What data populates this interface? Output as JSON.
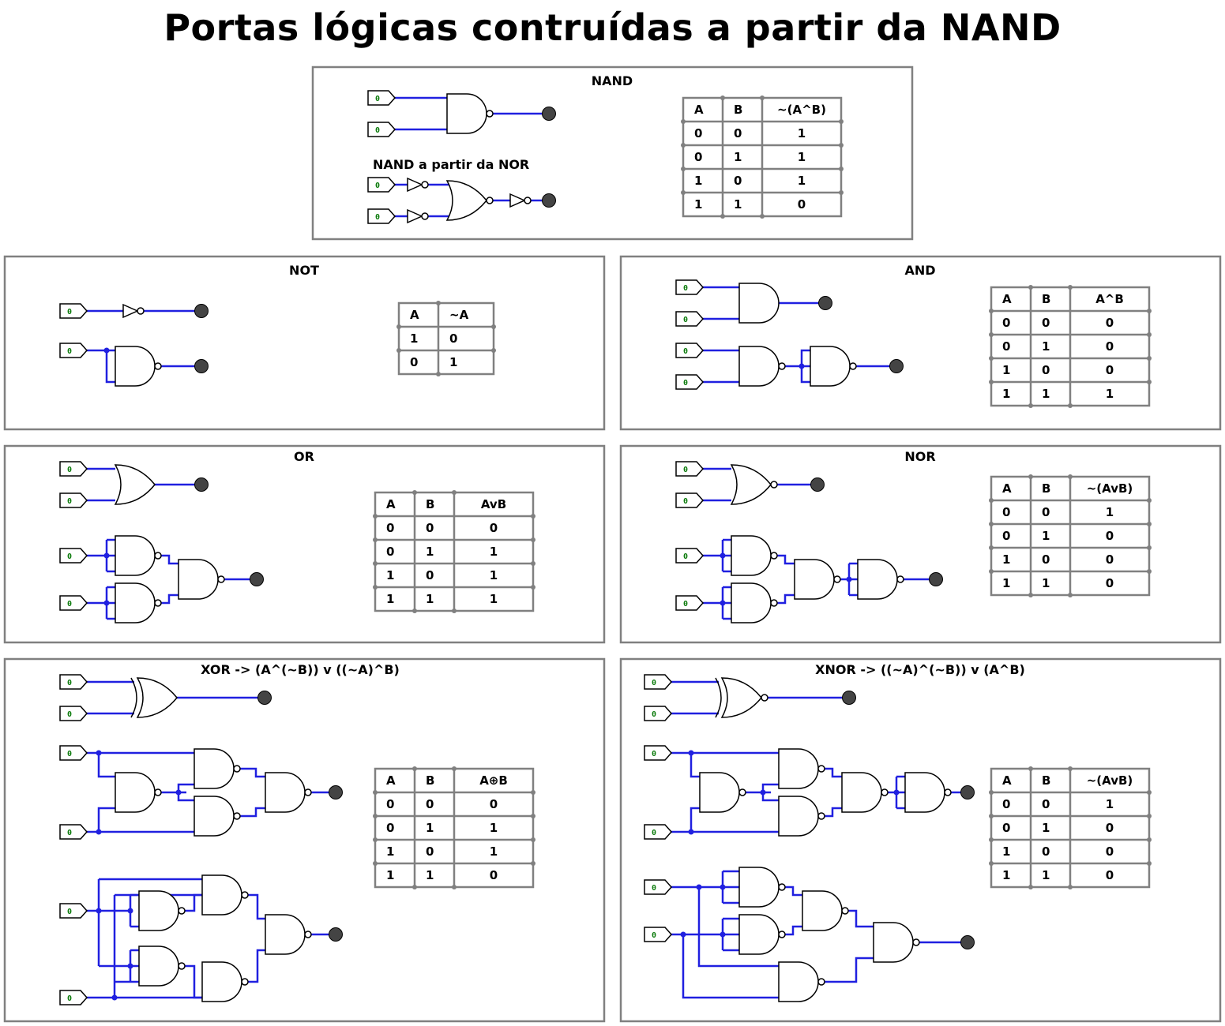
{
  "page_title": "Portas lógicas contruídas a partir da NAND",
  "input_pin_value": "0",
  "colors": {
    "wire": "#2020e0",
    "gate": "#000000",
    "panel_border": "#808080",
    "output_led": "#444444",
    "pin_text": "#0a7a0a"
  },
  "panels": {
    "nand": {
      "title": "NAND",
      "subtitle": "NAND a partir da NOR",
      "table": {
        "headers": [
          "A",
          "B",
          "~(A^B)"
        ],
        "rows": [
          [
            "0",
            "0",
            "1"
          ],
          [
            "0",
            "1",
            "1"
          ],
          [
            "1",
            "0",
            "1"
          ],
          [
            "1",
            "1",
            "0"
          ]
        ]
      }
    },
    "not": {
      "title": "NOT",
      "table": {
        "headers": [
          "A",
          "~A"
        ],
        "rows": [
          [
            "1",
            "0"
          ],
          [
            "0",
            "1"
          ]
        ]
      }
    },
    "and": {
      "title": "AND",
      "table": {
        "headers": [
          "A",
          "B",
          "A^B"
        ],
        "rows": [
          [
            "0",
            "0",
            "0"
          ],
          [
            "0",
            "1",
            "0"
          ],
          [
            "1",
            "0",
            "0"
          ],
          [
            "1",
            "1",
            "1"
          ]
        ]
      }
    },
    "or": {
      "title": "OR",
      "table": {
        "headers": [
          "A",
          "B",
          "AvB"
        ],
        "rows": [
          [
            "0",
            "0",
            "0"
          ],
          [
            "0",
            "1",
            "1"
          ],
          [
            "1",
            "0",
            "1"
          ],
          [
            "1",
            "1",
            "1"
          ]
        ]
      }
    },
    "nor": {
      "title": "NOR",
      "table": {
        "headers": [
          "A",
          "B",
          "~(AvB)"
        ],
        "rows": [
          [
            "0",
            "0",
            "1"
          ],
          [
            "0",
            "1",
            "0"
          ],
          [
            "1",
            "0",
            "0"
          ],
          [
            "1",
            "1",
            "0"
          ]
        ]
      }
    },
    "xor": {
      "title": "XOR -> (A^(~B)) v ((~A)^B)",
      "table": {
        "headers": [
          "A",
          "B",
          "A⊕B"
        ],
        "rows": [
          [
            "0",
            "0",
            "0"
          ],
          [
            "0",
            "1",
            "1"
          ],
          [
            "1",
            "0",
            "1"
          ],
          [
            "1",
            "1",
            "0"
          ]
        ]
      }
    },
    "xnor": {
      "title": "XNOR -> ((~A)^(~B)) v (A^B)",
      "table": {
        "headers": [
          "A",
          "B",
          "~(AvB)"
        ],
        "rows": [
          [
            "0",
            "0",
            "1"
          ],
          [
            "0",
            "1",
            "0"
          ],
          [
            "1",
            "0",
            "0"
          ],
          [
            "1",
            "1",
            "0"
          ]
        ]
      }
    }
  }
}
